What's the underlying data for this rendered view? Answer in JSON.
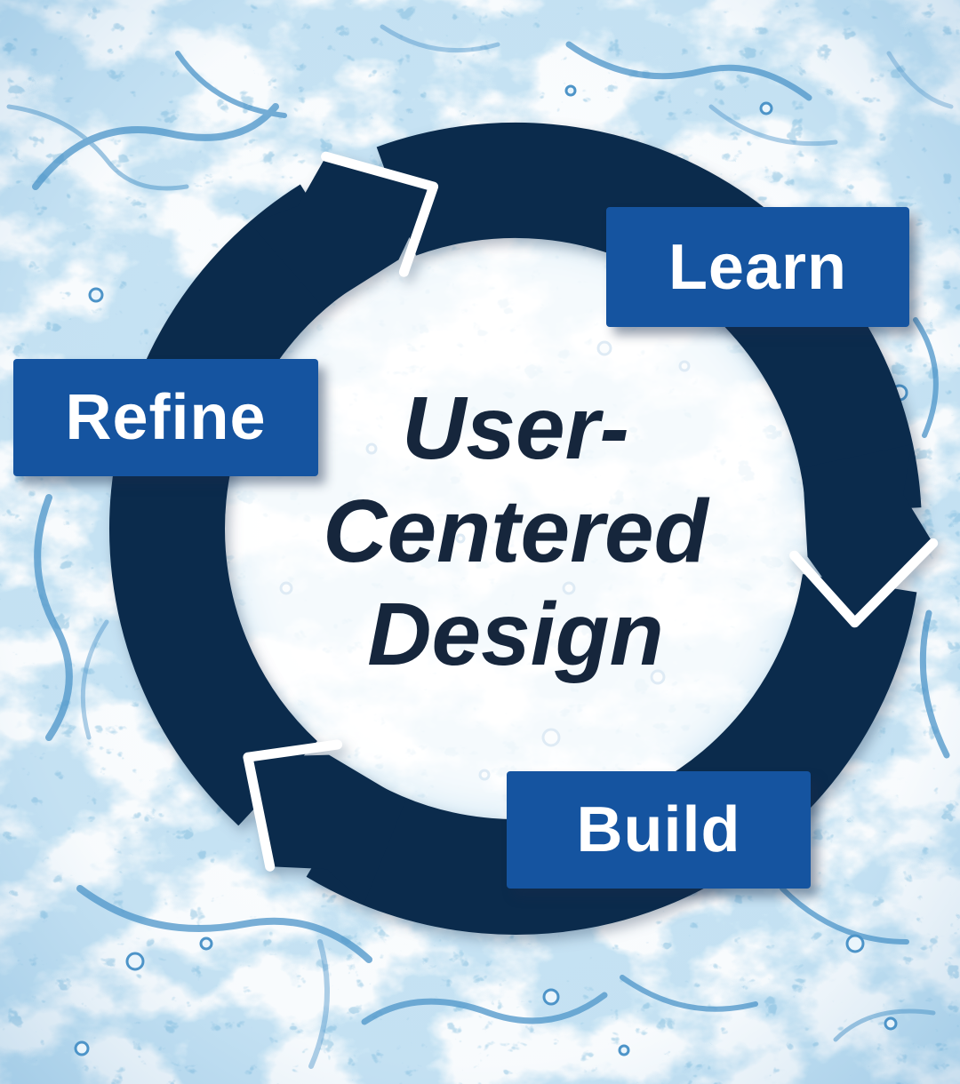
{
  "diagram": {
    "kind": "cycle-diagram",
    "title": {
      "full": "User-Centered Design",
      "line1": "User-",
      "line2": "Centered",
      "line3": "Design"
    },
    "steps": {
      "learn": {
        "label": "Learn",
        "position": "top-right"
      },
      "build": {
        "label": "Build",
        "position": "bottom"
      },
      "refine": {
        "label": "Refine",
        "position": "left"
      }
    },
    "flow": [
      "Learn",
      "Build",
      "Refine"
    ],
    "colors": {
      "ring_navy": "#0b2b4c",
      "step_blue": "#1554a0",
      "step_text": "#ffffff",
      "title_text": "#16263c",
      "arrow_gap_outline": "#ffffff",
      "water_accent": "#4d94c8",
      "background": "#ffffff"
    }
  }
}
